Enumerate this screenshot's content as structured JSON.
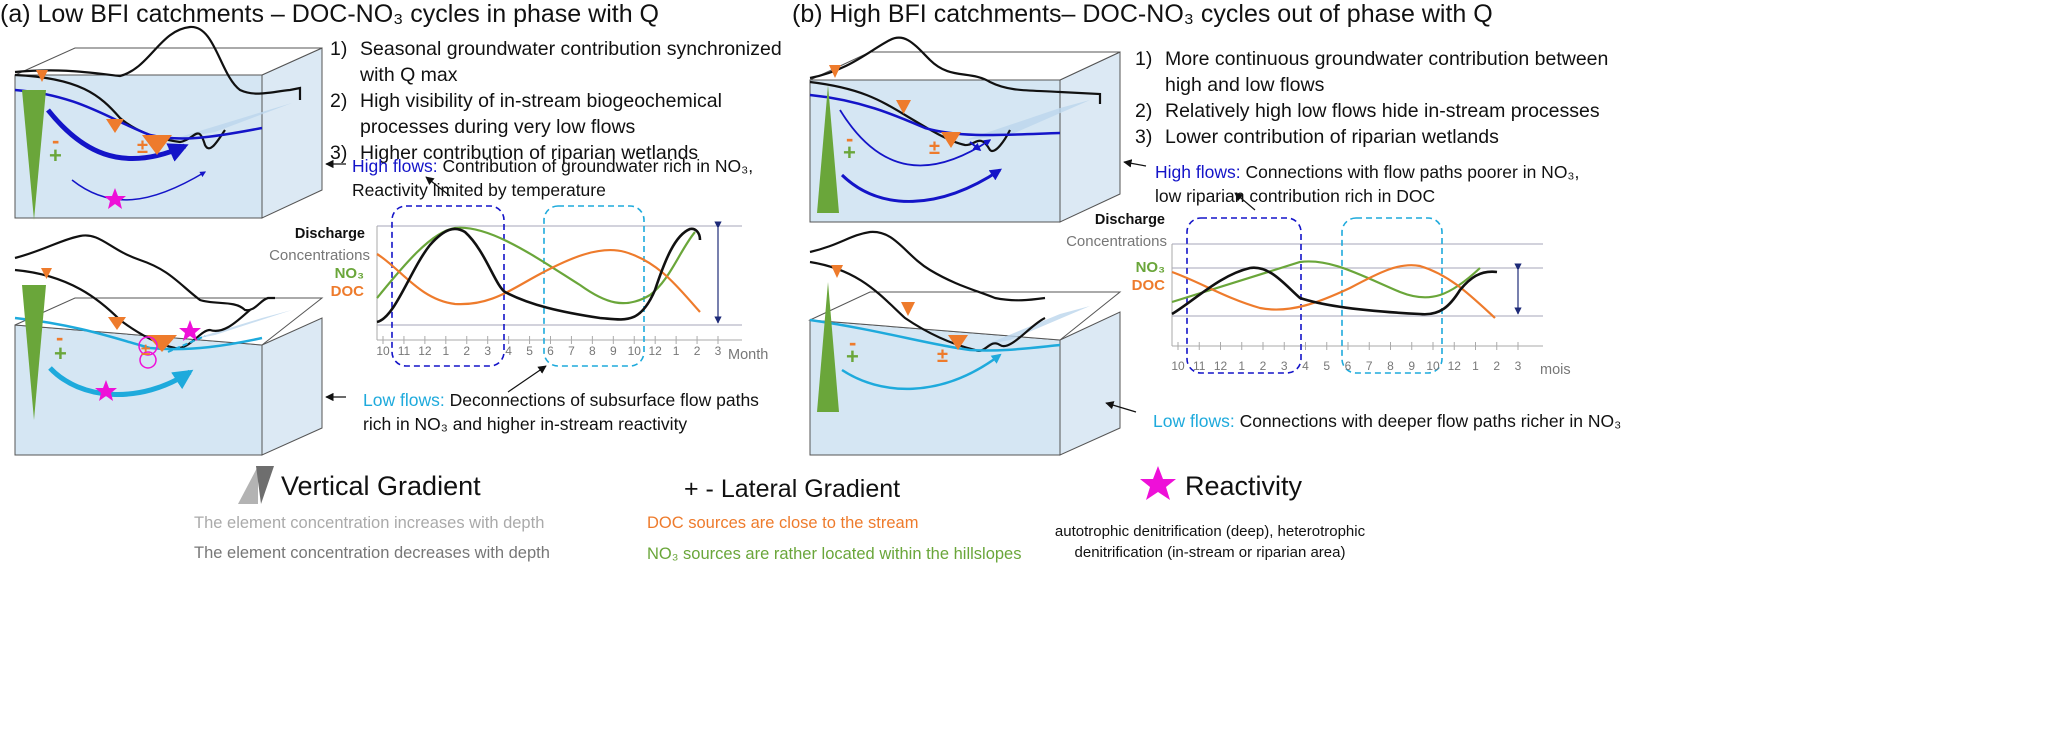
{
  "panel_a": {
    "title": "(a) Low BFI catchments – DOC-NO₃ cycles in phase with Q",
    "points": [
      {
        "num": "1)",
        "text": "Seasonal groundwater contribution synchronized with Q max"
      },
      {
        "num": "2)",
        "text": "High visibility of in-stream biogeochemical processes during very low flows"
      },
      {
        "num": "3)",
        "text": "Higher contribution of riparian wetlands"
      }
    ],
    "high_flows": {
      "label": "High flows:",
      "text": "Contribution of groundwater rich in NO₃, Reactivity limited by temperature"
    },
    "low_flows": {
      "label": "Low flows:",
      "text": "Deconnections of subsurface flow paths rich in NO₃ and higher in-stream reactivity"
    },
    "chart_labels": {
      "discharge": "Discharge",
      "concentrations": "Concentrations",
      "no3": "NO₃",
      "doc": "DOC",
      "axis": "Month"
    }
  },
  "panel_b": {
    "title": "(b) High BFI catchments– DOC-NO₃ cycles out of phase with Q",
    "points": [
      {
        "num": "1)",
        "text": "More continuous groundwater contribution between high and low flows"
      },
      {
        "num": "2)",
        "text": "Relatively high low flows hide in-stream processes"
      },
      {
        "num": "3)",
        "text": "Lower contribution of riparian wetlands"
      }
    ],
    "high_flows": {
      "label": "High flows:",
      "text": "Connections with flow paths poorer in NO₃, low riparian contribution  rich in DOC"
    },
    "low_flows": {
      "label": "Low flows:",
      "text": "Connections with deeper flow paths richer in NO₃"
    },
    "chart_labels": {
      "discharge": "Discharge",
      "concentrations": "Concentrations",
      "no3": "NO₃",
      "doc": "DOC",
      "axis": "mois"
    }
  },
  "month_ticks": [
    "10",
    "11",
    "12",
    "1",
    "2",
    "3",
    "4",
    "5",
    "6",
    "7",
    "8",
    "9",
    "10",
    "12",
    "1",
    "2",
    "3"
  ],
  "legend": {
    "vertical": {
      "title": "Vertical Gradient",
      "increase": "The element concentration increases with depth",
      "decrease": "The element concentration decreases with depth"
    },
    "lateral": {
      "title": "+ - Lateral Gradient",
      "doc": "DOC sources are  close to the stream",
      "no3": "NO₃ sources are rather located within the hillslopes"
    },
    "reactivity": {
      "title": "Reactivity",
      "text": "autotrophic denitrification (deep), heterotrophic denitrification (in-stream or riparian area)"
    }
  },
  "colors": {
    "q": "#111111",
    "no3": "#6aa63a",
    "doc": "#ee7b2c",
    "high_flow": "#1414c8",
    "low_flow": "#1eaadc",
    "star": "#ee10d8",
    "water": "#d5e6f3"
  }
}
